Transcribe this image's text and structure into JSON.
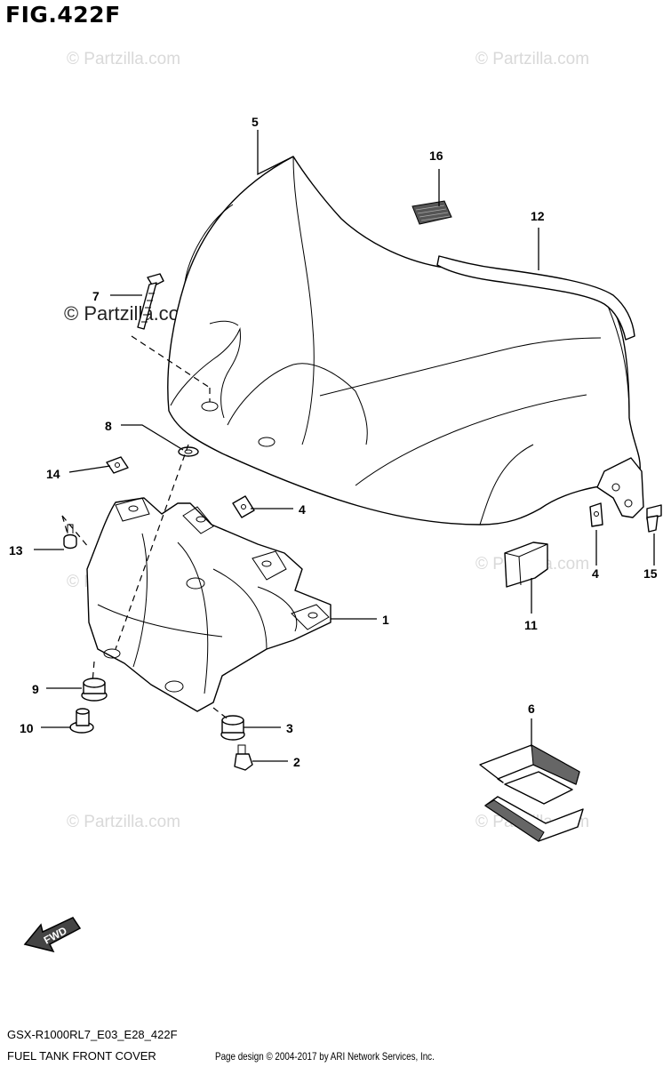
{
  "figure": {
    "title": "FIG.422F",
    "code": "GSX-R1000RL7_E03_E28_422F",
    "name": "FUEL TANK FRONT COVER",
    "credit": "Page design © 2004-2017 by ARI Network Services, Inc."
  },
  "watermark": {
    "text": "© Partzilla.com",
    "text_faint": "© Partzilla.com"
  },
  "fwd_label": "FWD",
  "callouts": [
    {
      "id": "5",
      "label": "5"
    },
    {
      "id": "16",
      "label": "16"
    },
    {
      "id": "12",
      "label": "12"
    },
    {
      "id": "7",
      "label": "7"
    },
    {
      "id": "8",
      "label": "8"
    },
    {
      "id": "14",
      "label": "14"
    },
    {
      "id": "4a",
      "label": "4"
    },
    {
      "id": "13",
      "label": "13"
    },
    {
      "id": "4b",
      "label": "4"
    },
    {
      "id": "15",
      "label": "15"
    },
    {
      "id": "11",
      "label": "11"
    },
    {
      "id": "1",
      "label": "1"
    },
    {
      "id": "9",
      "label": "9"
    },
    {
      "id": "10",
      "label": "10"
    },
    {
      "id": "3",
      "label": "3"
    },
    {
      "id": "2",
      "label": "2"
    },
    {
      "id": "6",
      "label": "6"
    }
  ]
}
